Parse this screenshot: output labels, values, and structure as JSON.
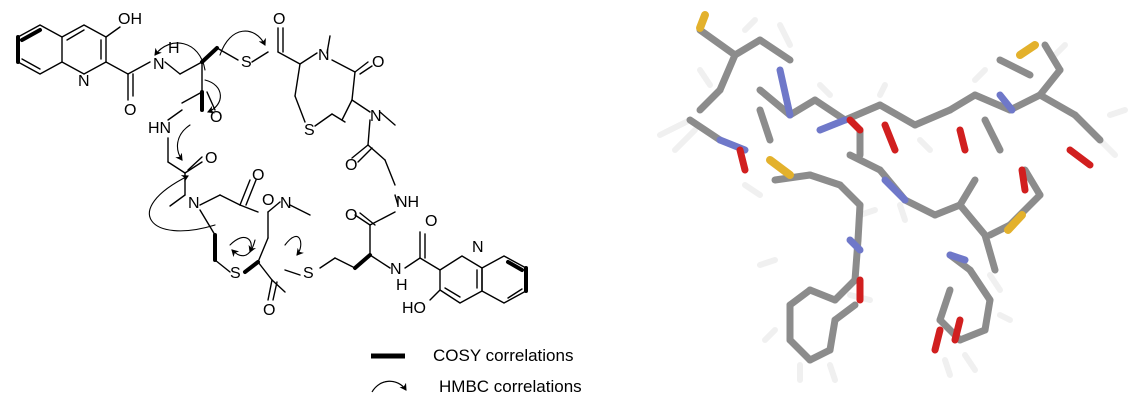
{
  "structure_2d": {
    "atom_labels": {
      "hydroxyl_top": "OH",
      "quinoline_n_top": "N",
      "carbonyl_o_1": "O",
      "nh_1": "H",
      "n_1": "N",
      "s_thioester_top": "S",
      "carbonyl_o_2": "O",
      "n_methyl_top": "N",
      "carbonyl_o_3": "O",
      "hn_left": "HN",
      "carbonyl_o_4": "O",
      "s_ring_top": "S",
      "n_methyl_mid": "N",
      "carbonyl_o_5": "O",
      "carbonyl_o_6": "O",
      "carbonyl_o_7": "O",
      "n_methyl_left": "N",
      "carbonyl_o_8": "O",
      "n_methyl_bottom": "N",
      "carbonyl_o_9": "O",
      "nh_right": "NH",
      "carbonyl_o_10": "O",
      "quinoline_n_bottom": "N",
      "s_ring_bottom": "S",
      "s_thioester_bottom": "S",
      "carbonyl_o_11": "O",
      "n_2": "N",
      "nh_2": "H",
      "hydroxyl_bottom": "HO"
    }
  },
  "legend": {
    "cosy_label": "COSY correlations",
    "hmbc_label": "HMBC correlations"
  },
  "colors": {
    "bond": "#000000",
    "carbon": "#8c8c8c",
    "nitrogen": "#6f78c9",
    "oxygen": "#d11f1f",
    "sulfur": "#e3b12c",
    "hydrogen": "#f0f0f0"
  }
}
